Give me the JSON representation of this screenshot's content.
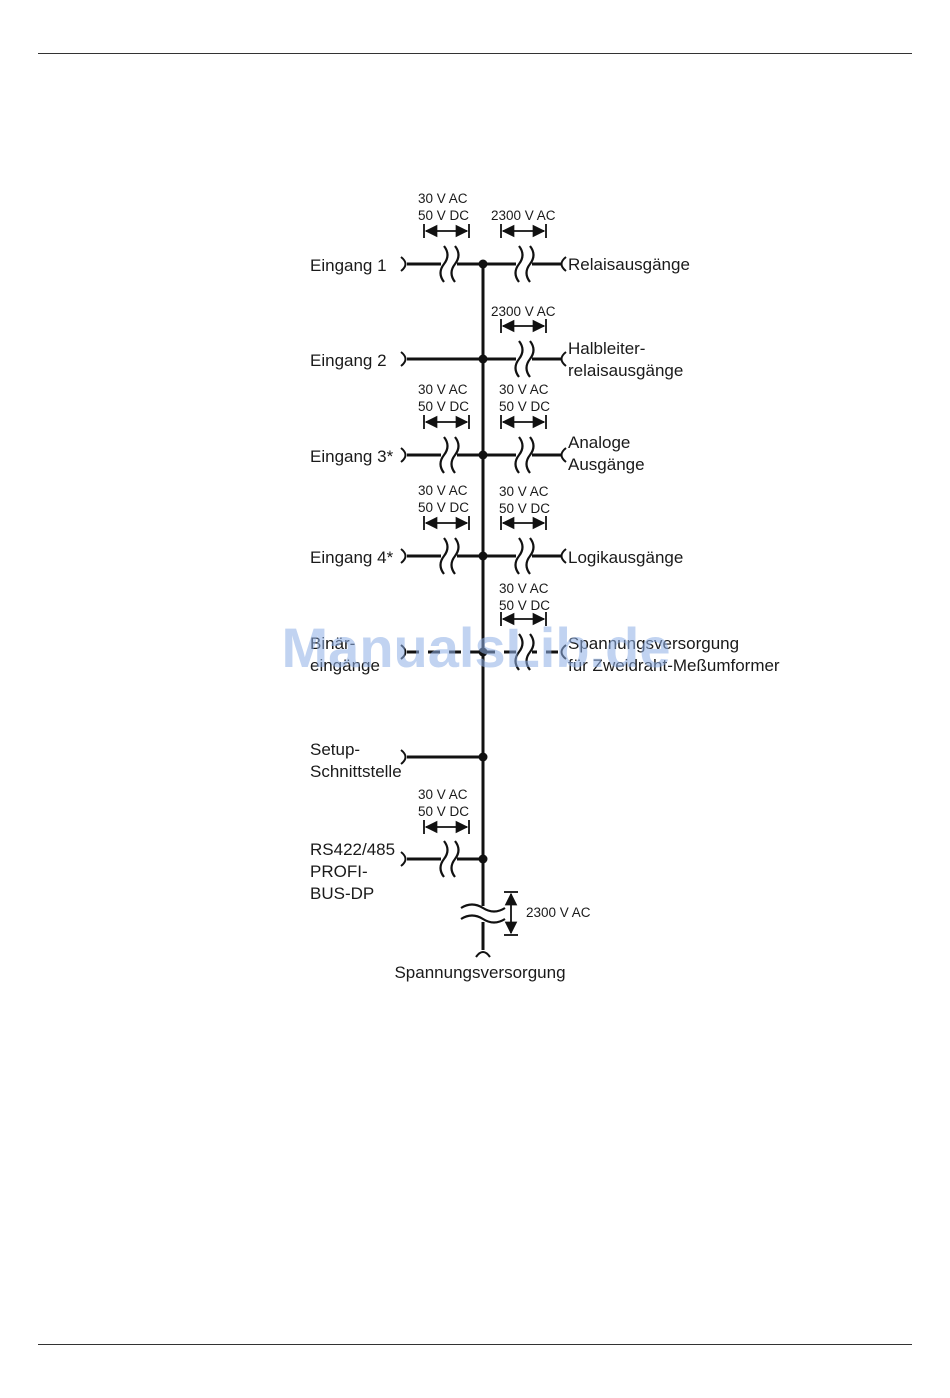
{
  "inputs": {
    "eingang1": "Eingang 1",
    "eingang2": "Eingang 2",
    "eingang3": "Eingang 3*",
    "eingang4": "Eingang 4*",
    "binaer": [
      "Binär-",
      "eingänge"
    ],
    "setup": [
      "Setup-",
      "Schnittstelle"
    ],
    "bus": [
      "RS422/485",
      "PROFI-",
      "BUS-DP"
    ]
  },
  "outputs": {
    "relais": "Relaisausgänge",
    "halbleiter": [
      "Halbleiter-",
      "relaisausgänge"
    ],
    "analog": [
      "Analoge",
      "Ausgänge"
    ],
    "logik": "Logikausgänge",
    "spannung_messumformer": [
      "Spannungsversorgung",
      "für Zweidraht-Meßumformer"
    ]
  },
  "supply": "Spannungsversorgung",
  "voltages": {
    "low": [
      "30 V AC",
      "50 V DC"
    ],
    "high": "2300 V AC"
  },
  "watermark": "ManualsLib.de"
}
